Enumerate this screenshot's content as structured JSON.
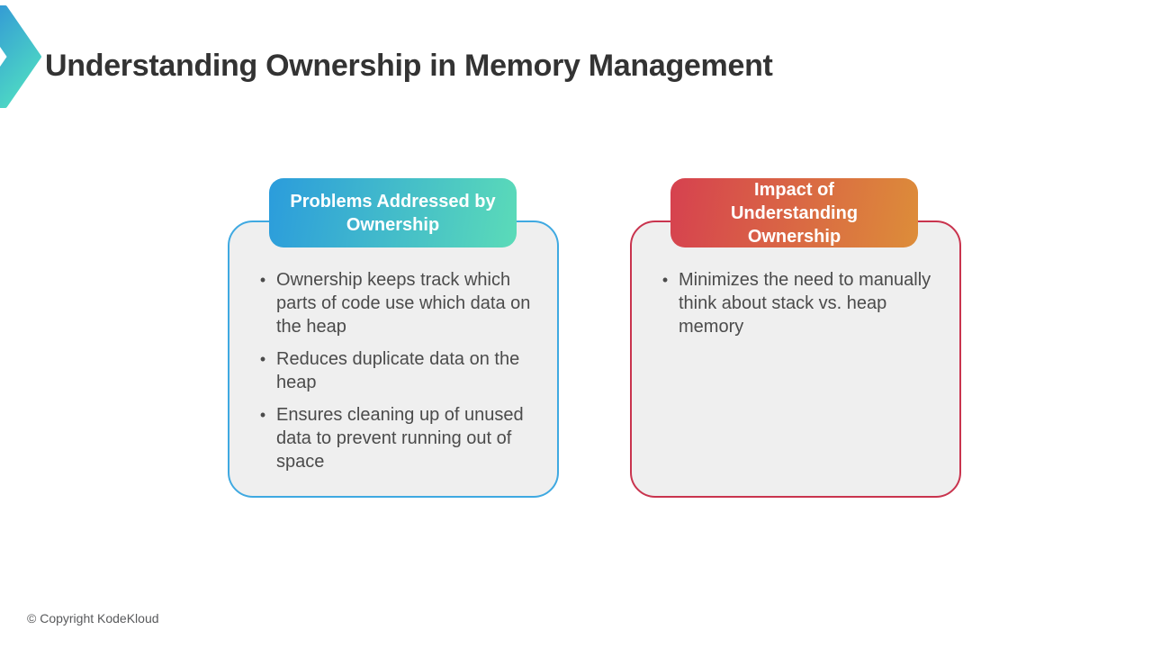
{
  "header": {
    "title": "Understanding Ownership in Memory Management",
    "logo": "kodekloud-chevron"
  },
  "bullet_glyph": "•",
  "cards": [
    {
      "title": "Problems Addressed by Ownership",
      "bullets": [
        "Ownership keeps track which parts of code use which data on the heap",
        "Reduces duplicate data on the heap",
        "Ensures cleaning up of unused data to prevent running out of space"
      ]
    },
    {
      "title": "Impact of Understanding Ownership",
      "bullets": [
        "Minimizes the need to manually think about stack vs. heap memory"
      ]
    }
  ],
  "footer": {
    "copyright": "© Copyright KodeKloud"
  },
  "theme": {
    "title-color": "#333333",
    "body-text": "#4b4b4b",
    "footer-color": "#58595b",
    "card-bg": "#efefef",
    "blue-border": "#3fa9e1",
    "red-border": "#c9344e",
    "grad-blue-1": "#2b9cdc",
    "grad-blue-2": "#5bdbb8",
    "grad-red-1": "#d6414f",
    "grad-red-2": "#dd8d39",
    "logo-1": "#2f8fd8",
    "logo-2": "#4fdcc3"
  }
}
